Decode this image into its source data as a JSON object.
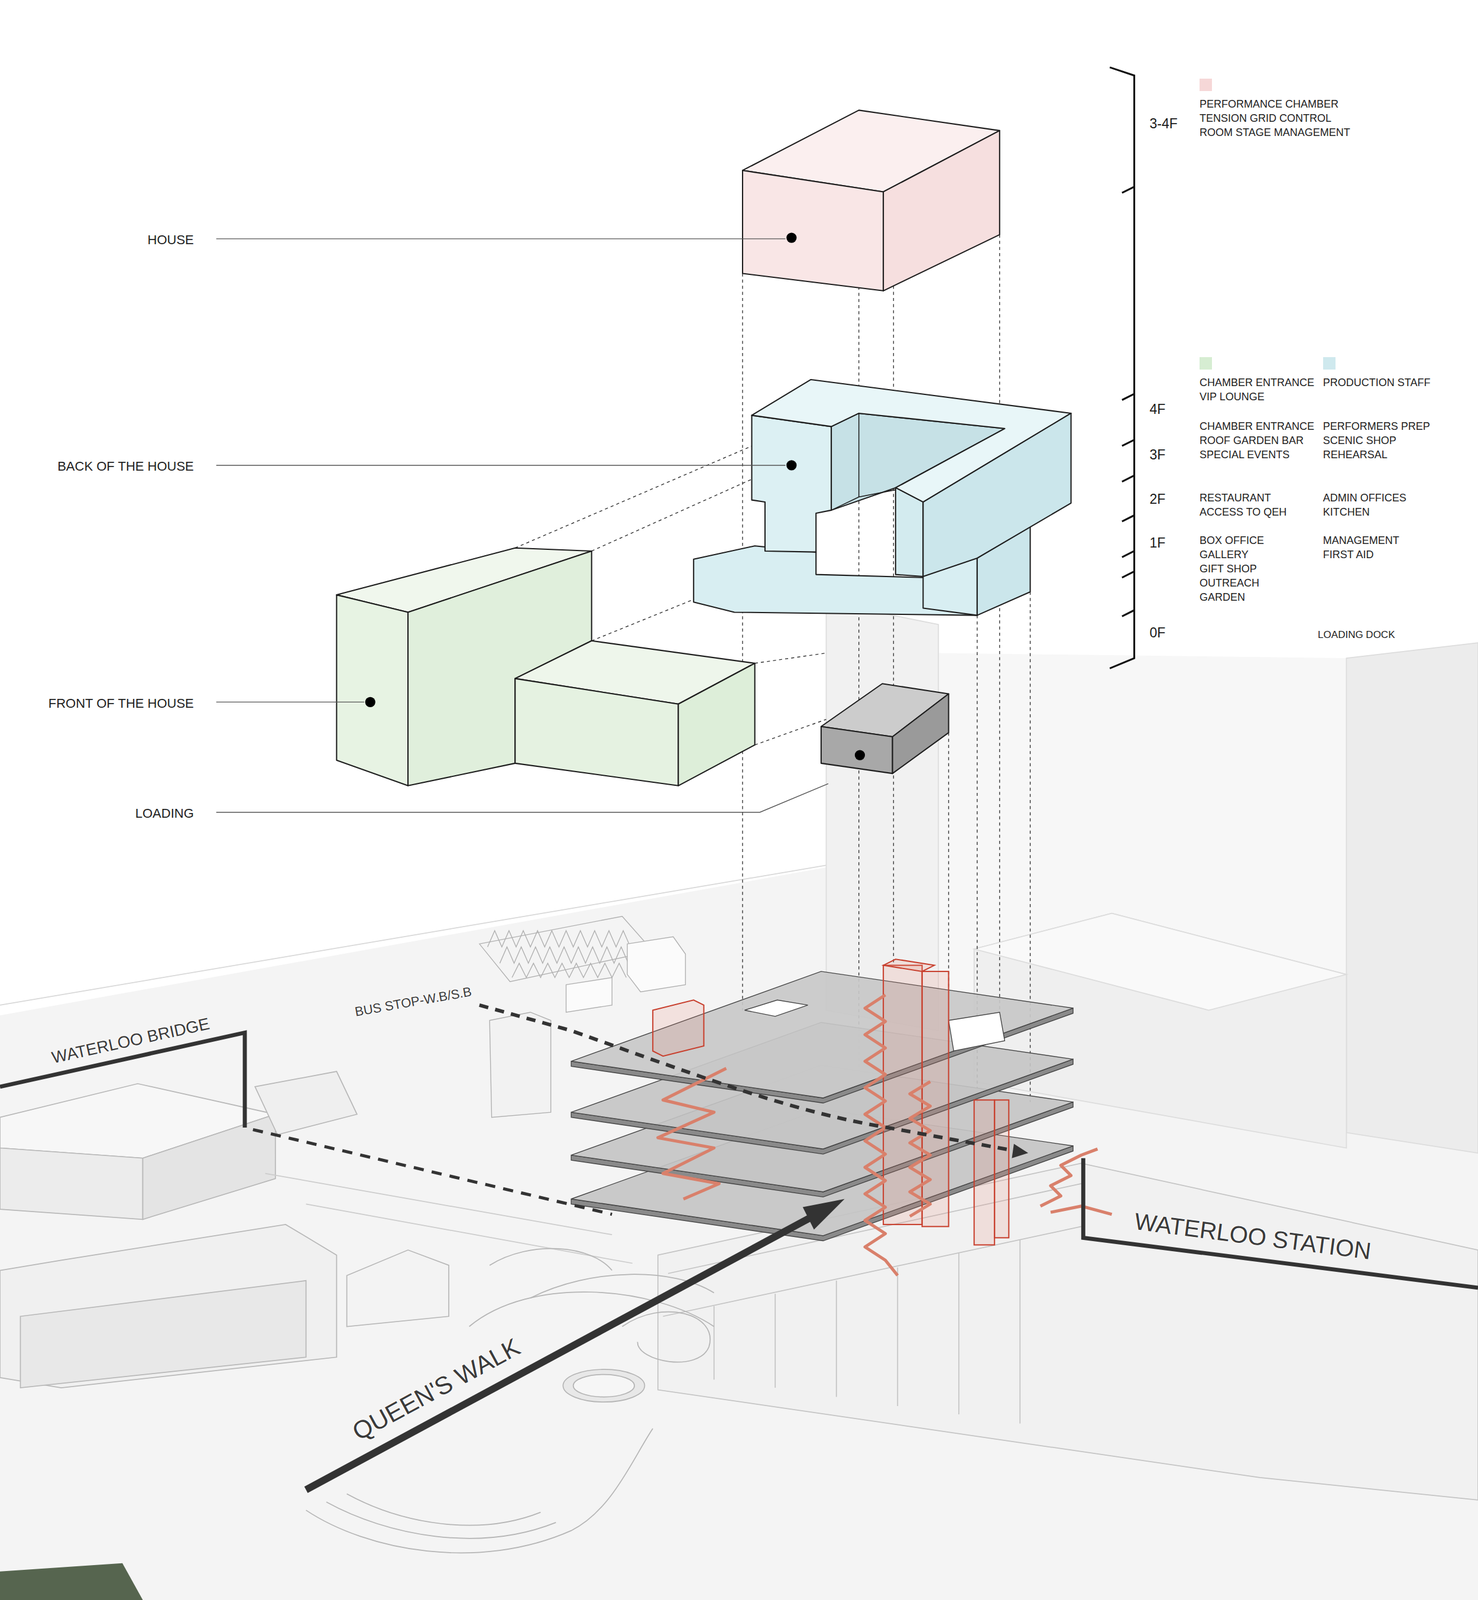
{
  "diagram": {
    "labels": [
      "HOUSE",
      "BACK OF THE HOUSE",
      "FRONT OF THE HOUSE",
      "LOADING",
      "3-4F",
      "4F",
      "3F",
      "2F",
      "1F",
      "0F",
      "CHAMBER ENTRANCE ROOF GARDEN BAR SPECIAL EVENTS",
      "PERFORMERS PREP SCENIC SHOP REHEARSAL",
      "RESTAURANT ACCESS TO QEH",
      "ADMIN OFFICES KITCHEN",
      "BOX OFFICE GALLERY GIFT SHOP OUTREACH GARDEN",
      "MANAGEMENT FIRST AID",
      "LOADING DOCK",
      "BUS STOP-W.B/S.B",
      "WATERLOO BRIDGE",
      "WATERLOO STATION",
      "QUEEN'S WALK"
    ],
    "legend": [
      {
        "text": "PERFORMANCE CHAMBER TENSION GRID CONTROL ROOM STAGE MANAGEMENT",
        "color": "#f6d7d7"
      },
      {
        "text": "CHAMBER ENTRANCE VIP LOUNGE",
        "color": "#d6edd2"
      },
      {
        "text": "PRODUCTION STAFF",
        "color": "#cfe9ee"
      }
    ]
  }
}
